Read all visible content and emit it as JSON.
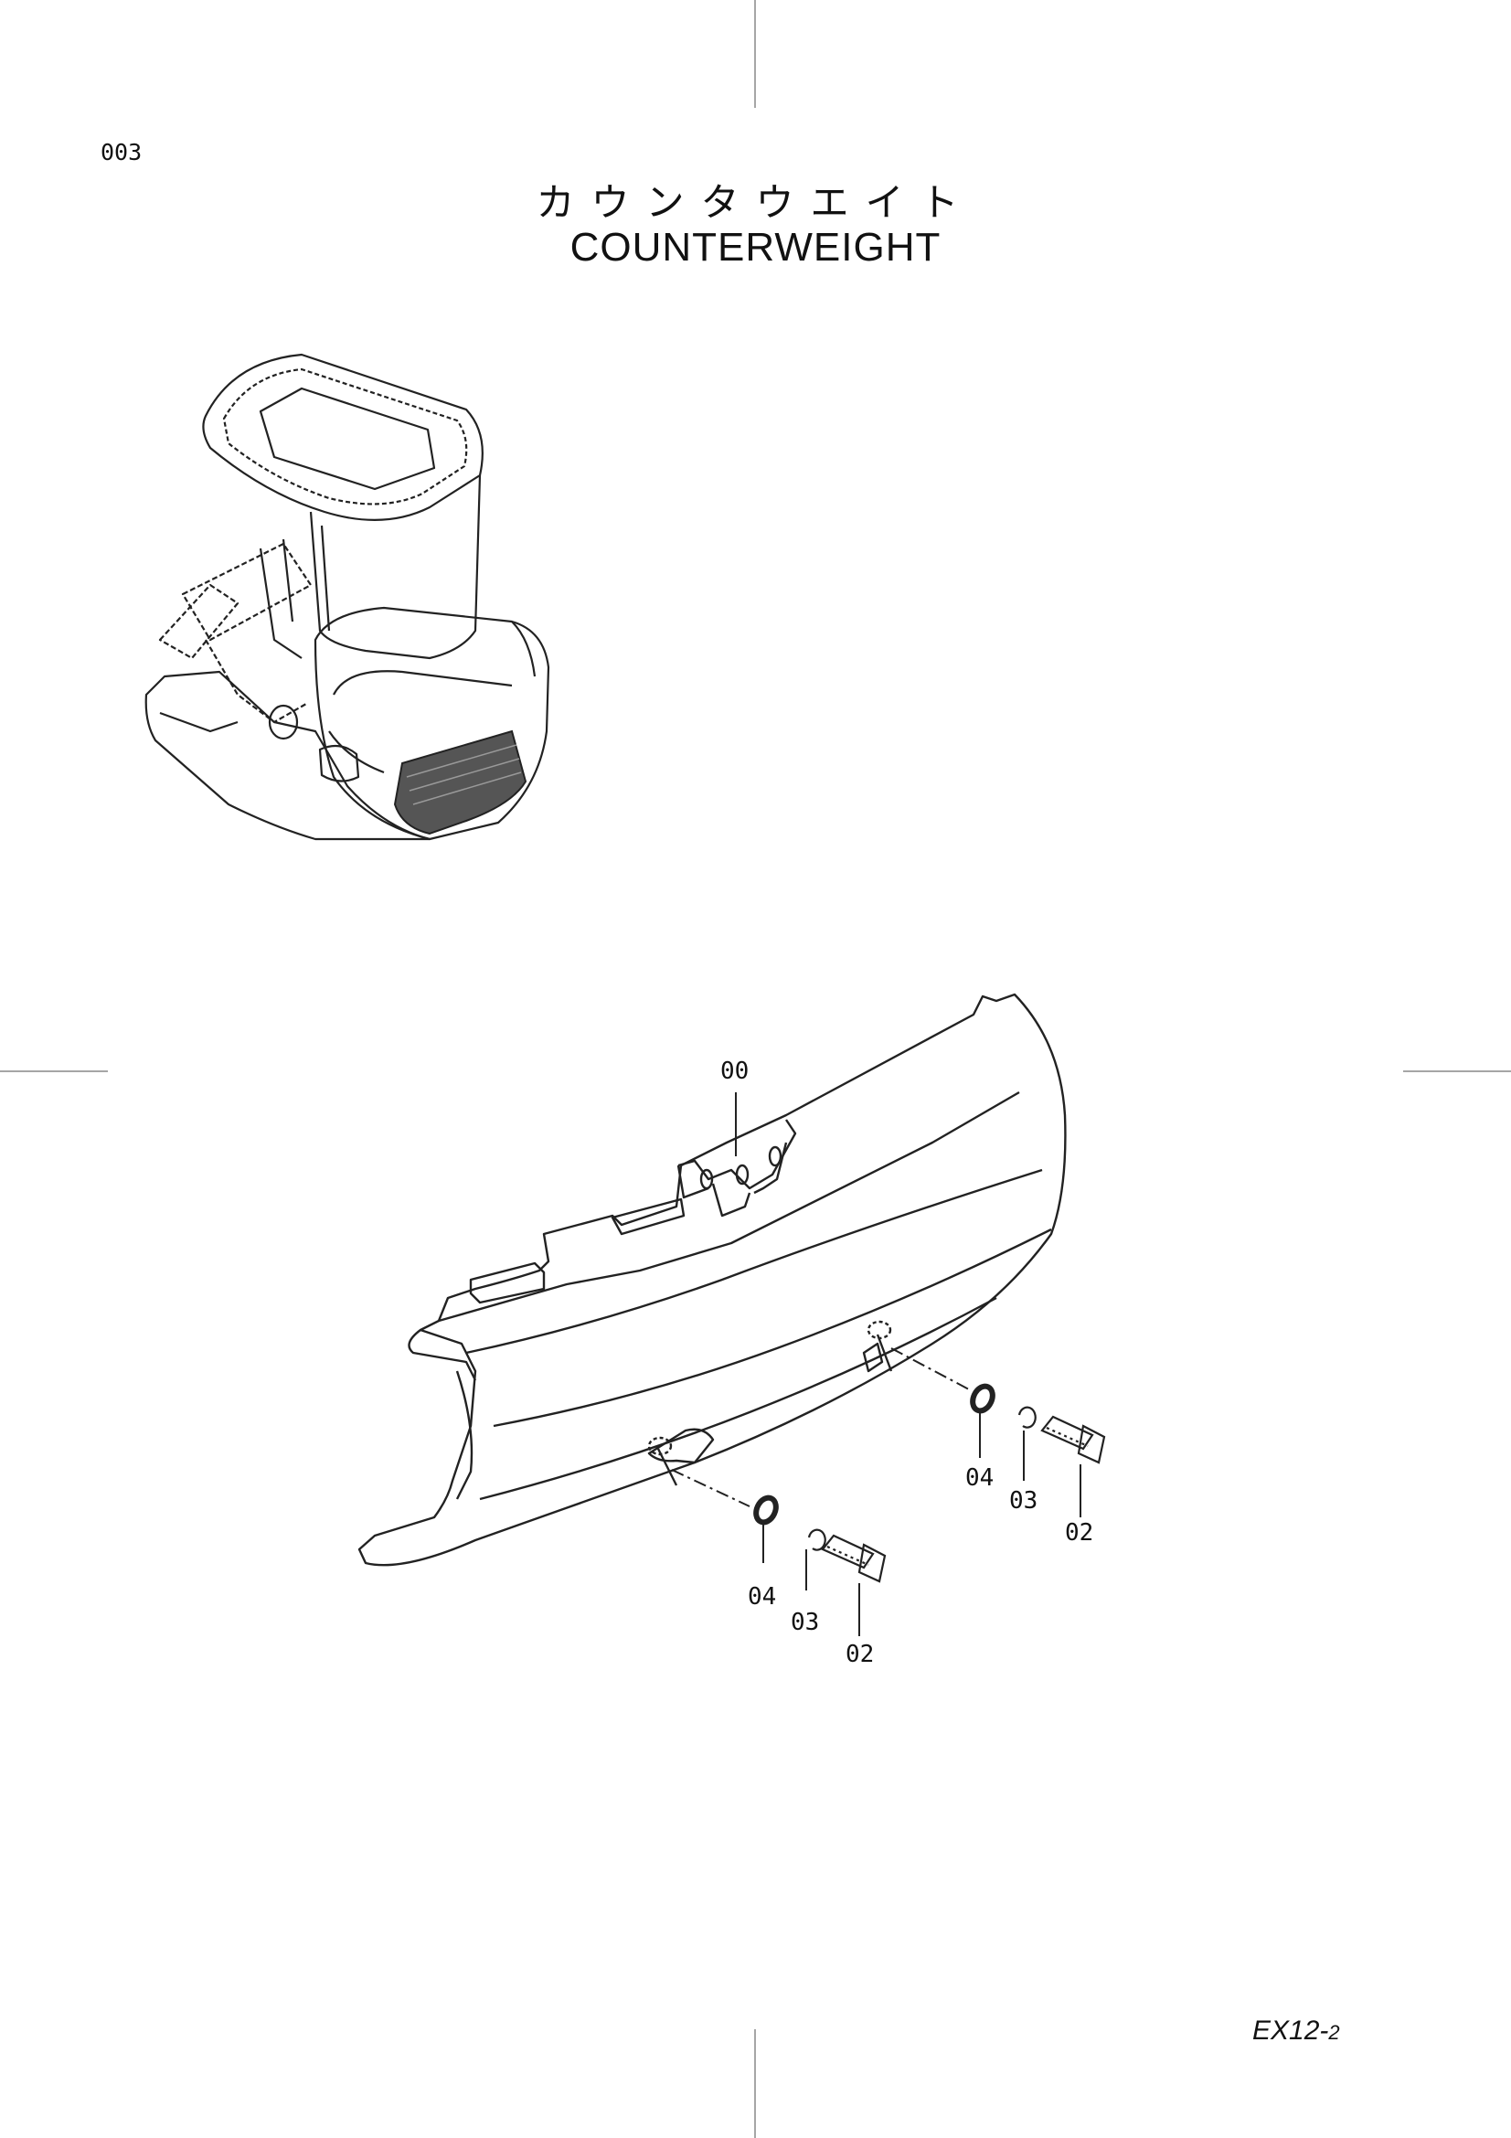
{
  "page": {
    "number": "003",
    "title_ja": "カウンタウエイト",
    "title_en": "COUNTERWEIGHT",
    "footer_code": "EX12-",
    "footer_suffix": "2"
  },
  "callouts": [
    "00",
    "04",
    "03",
    "02",
    "04",
    "03",
    "02"
  ]
}
